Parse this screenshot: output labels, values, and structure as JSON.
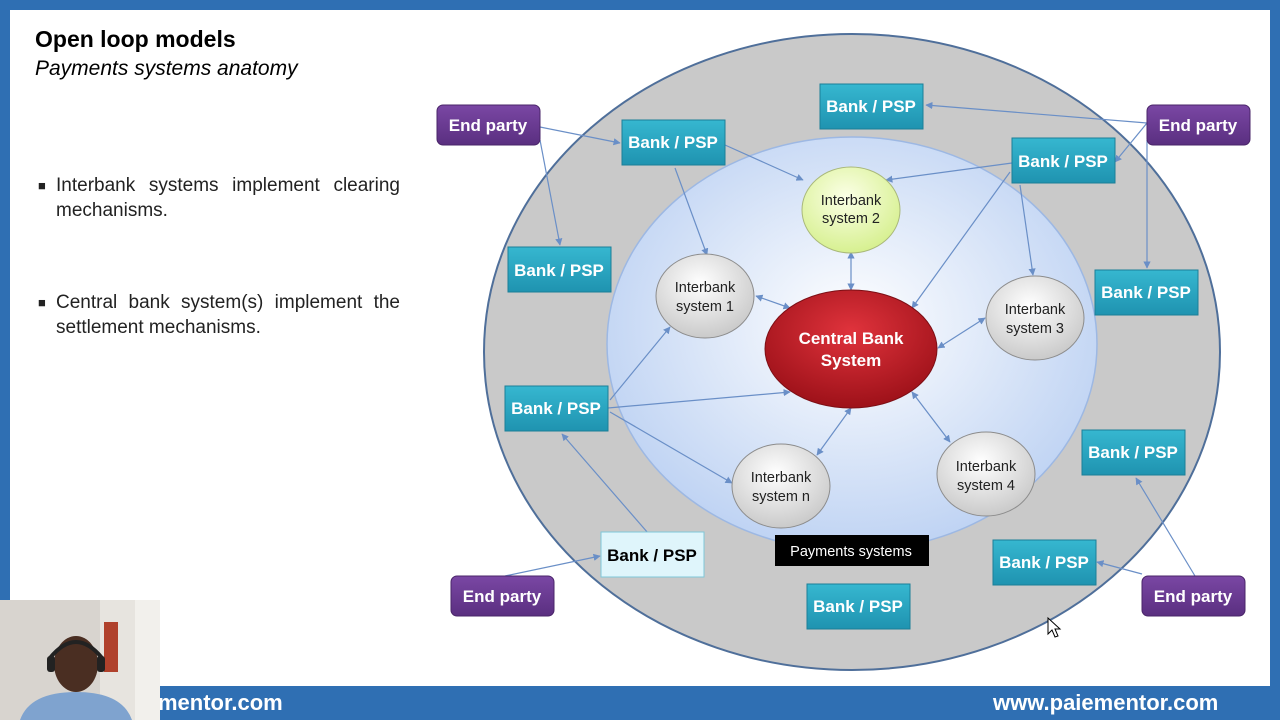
{
  "slide": {
    "title": "Open loop models",
    "subtitle": "Payments systems anatomy",
    "bullets": [
      "Interbank systems implement clearing mechanisms.",
      "Central bank system(s) implement the settlement mechanisms."
    ]
  },
  "diagram": {
    "central": "Central Bank System",
    "central_lines": [
      "Central Bank",
      "System"
    ],
    "interbank": [
      {
        "id": "ib1",
        "lines": [
          "Interbank",
          "system 1"
        ]
      },
      {
        "id": "ib2",
        "lines": [
          "Interbank",
          "system 2"
        ]
      },
      {
        "id": "ib3",
        "lines": [
          "Interbank",
          "system 3"
        ]
      },
      {
        "id": "ib4",
        "lines": [
          "Interbank",
          "system 4"
        ]
      },
      {
        "id": "ibn",
        "lines": [
          "Interbank",
          "system n"
        ]
      }
    ],
    "bank_label": "Bank / PSP",
    "end_party_label": "End party",
    "payments_label": "Payments systems",
    "colors": {
      "bank_fill": "#2ba7c3",
      "end_party_fill": "#6b3a93",
      "central_fill": "#c0202a",
      "outer_ellipse": "#c9c9c9",
      "inner_ellipse": "#cfe0f7",
      "arrow": "#6a8fc7"
    }
  },
  "footer": {
    "left_text": "mentor.com",
    "right_text": "www.paiementor.com"
  }
}
